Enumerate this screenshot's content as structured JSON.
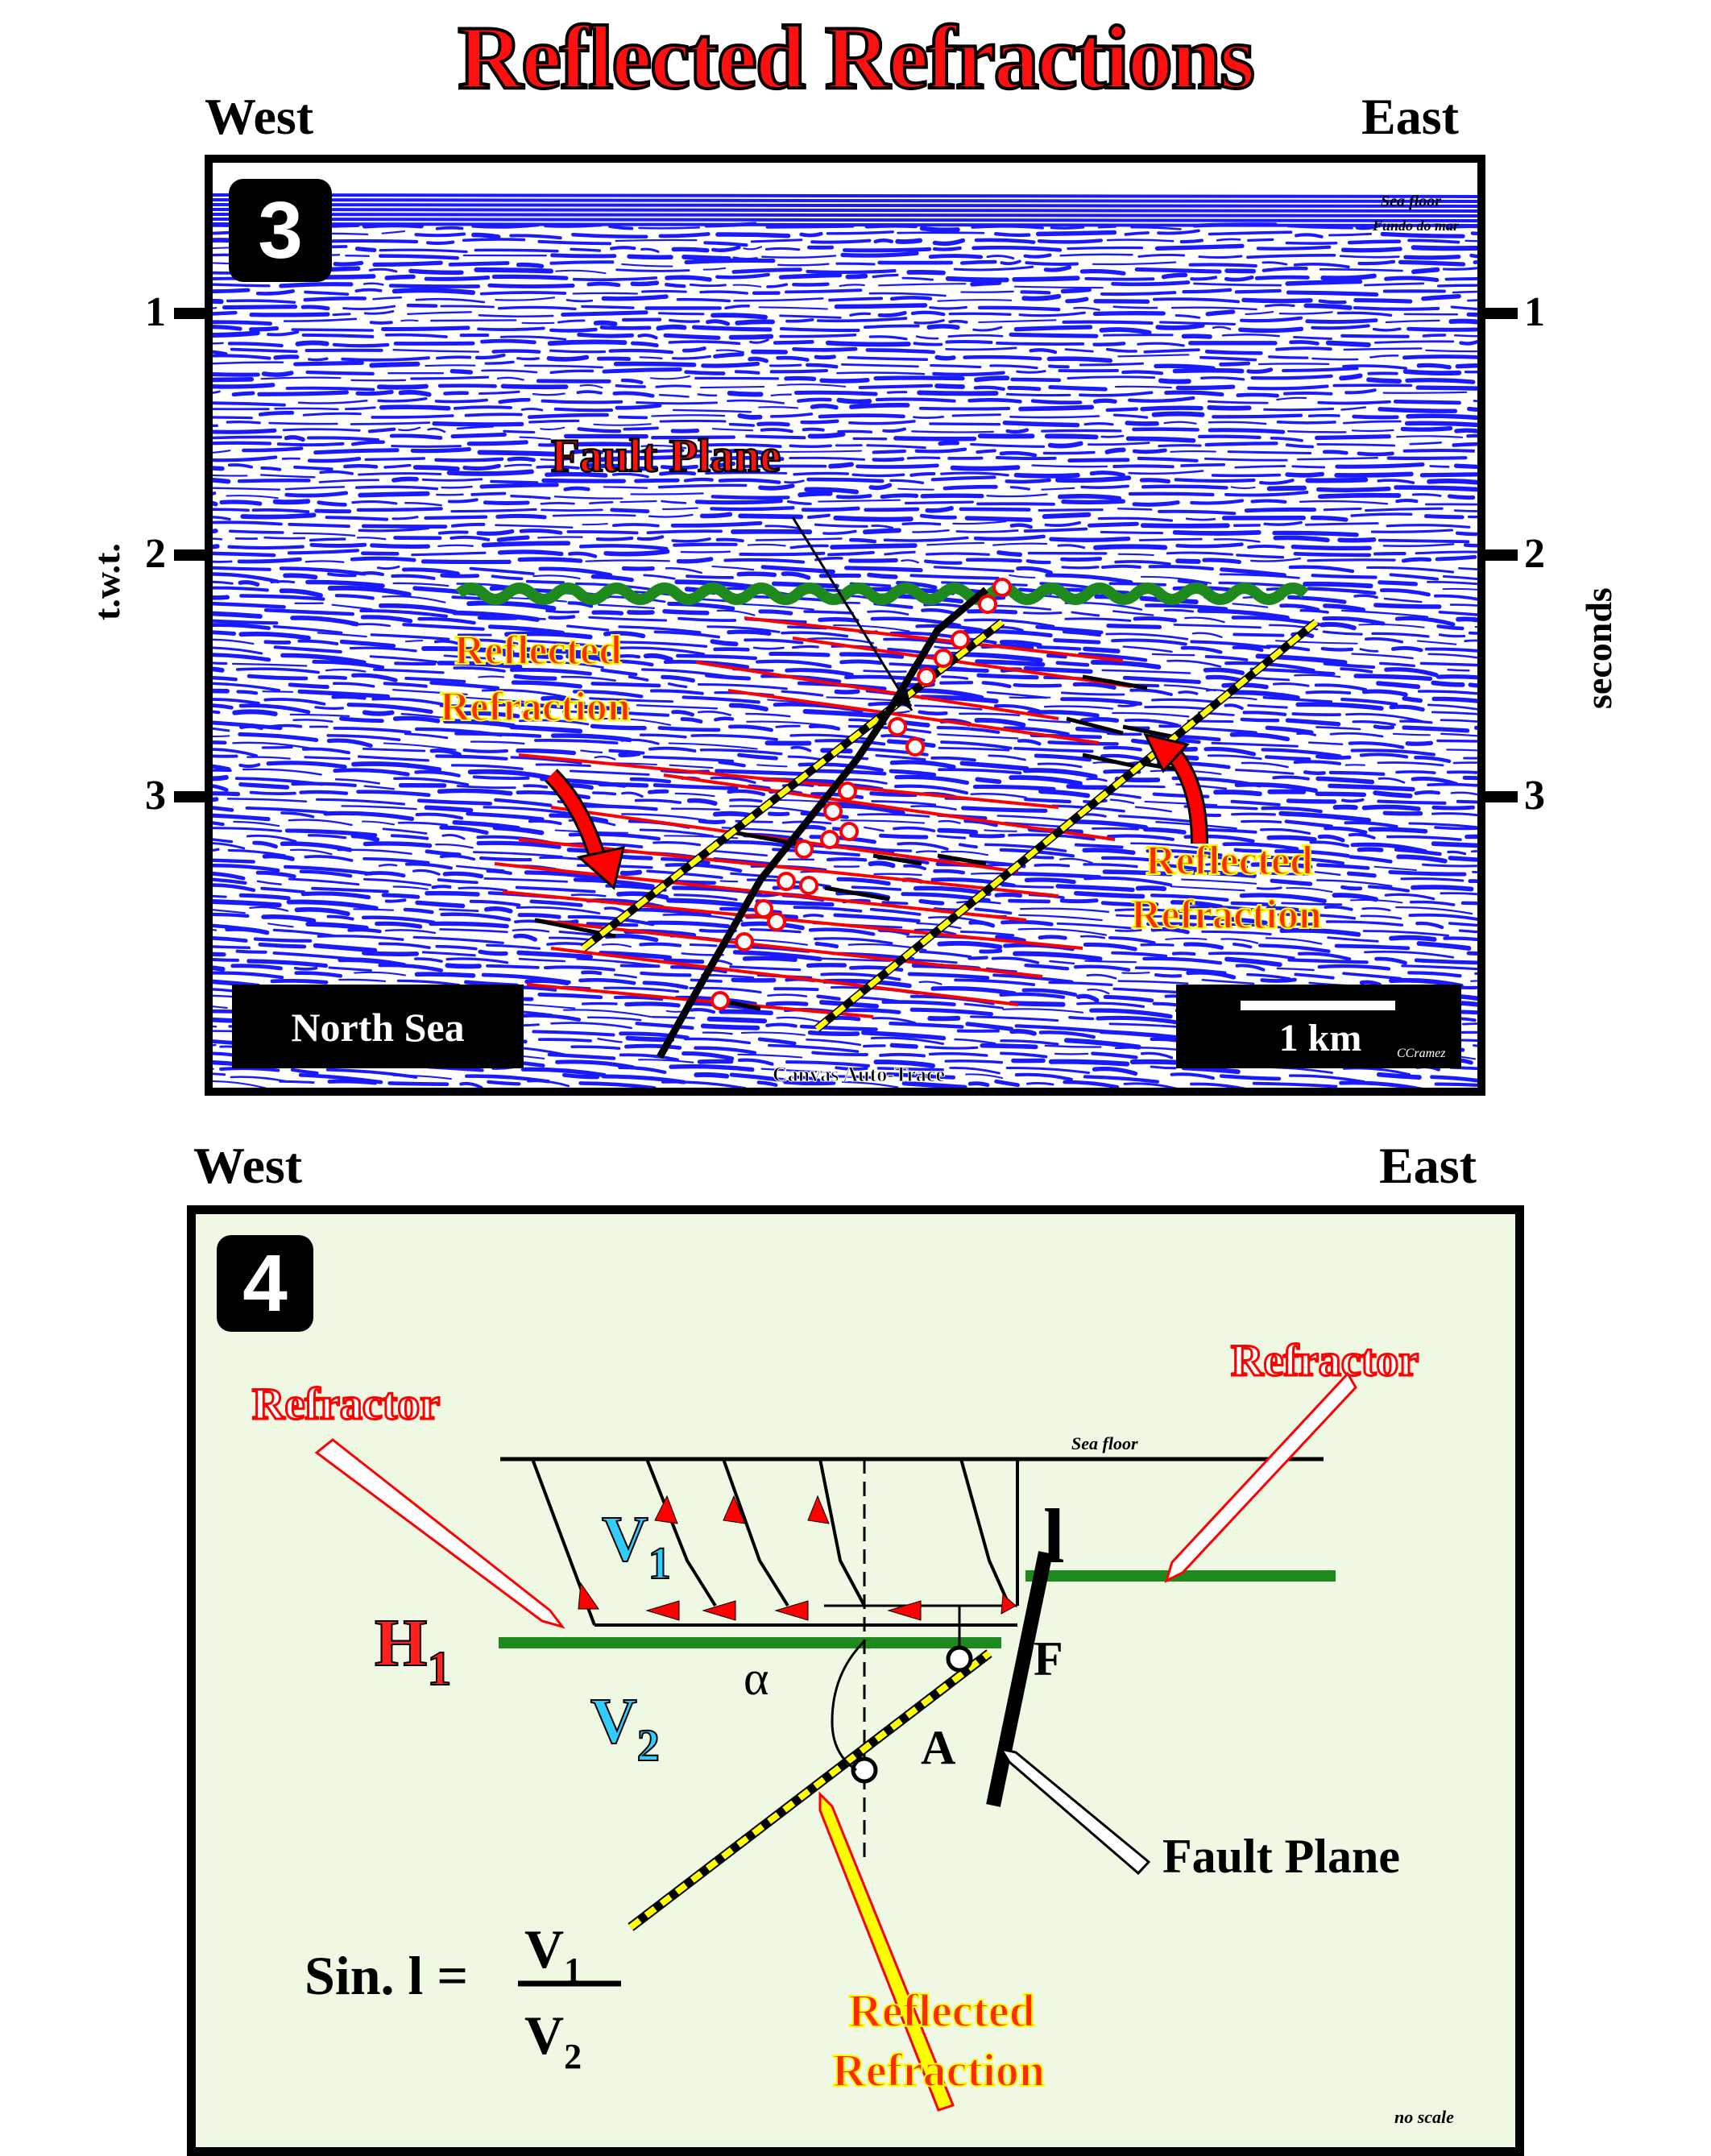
{
  "title": "Reflected Refractions",
  "panel3": {
    "badge": "3",
    "west": "West",
    "east": "East",
    "left_axis_label": "t.w.t.",
    "right_axis_label": "seconds",
    "ticks": [
      "1",
      "2",
      "3"
    ],
    "fault_plane_label": "Fault Plane",
    "reflected_refraction_left": [
      "Reflected",
      "Refraction"
    ],
    "reflected_refraction_right": [
      "Reflected",
      "Refraction"
    ],
    "sea_floor": "Sea floor",
    "sea_floor_sub": "Fundo do mar",
    "location": "North Sea",
    "scale": "1 km",
    "credit": "CCramez",
    "software": "Canvas Auto-Trace",
    "colors": {
      "seismic": "#1a1aff",
      "fault": "#000000",
      "reflector": "#ff0000",
      "unconformity": "#1e8a1e",
      "refraction": "#ffff00"
    }
  },
  "panel4": {
    "badge": "4",
    "west": "West",
    "east": "East",
    "refractor_left": "Refractor",
    "refractor_right": "Refractor",
    "sea_floor": "Sea floor",
    "v1": "V",
    "v1_sub": "1",
    "v2": "V",
    "v2_sub": "2",
    "h1": "H",
    "h1_sub": "1",
    "alpha": "α",
    "angle_i": "l",
    "point_f": "F",
    "point_a": "A",
    "fault_plane": "Fault Plane",
    "formula_left": "Sin. l =",
    "formula_num": "V",
    "formula_num_sub": "1",
    "formula_den": "V",
    "formula_den_sub": "2",
    "reflected_refraction": [
      "Reflected",
      "Refraction"
    ],
    "no_scale": "no scale",
    "colors": {
      "background": "#eef8e3",
      "horizon": "#1e8a1e",
      "arrow": "#ff0000",
      "velocity": "#33ccff"
    }
  }
}
